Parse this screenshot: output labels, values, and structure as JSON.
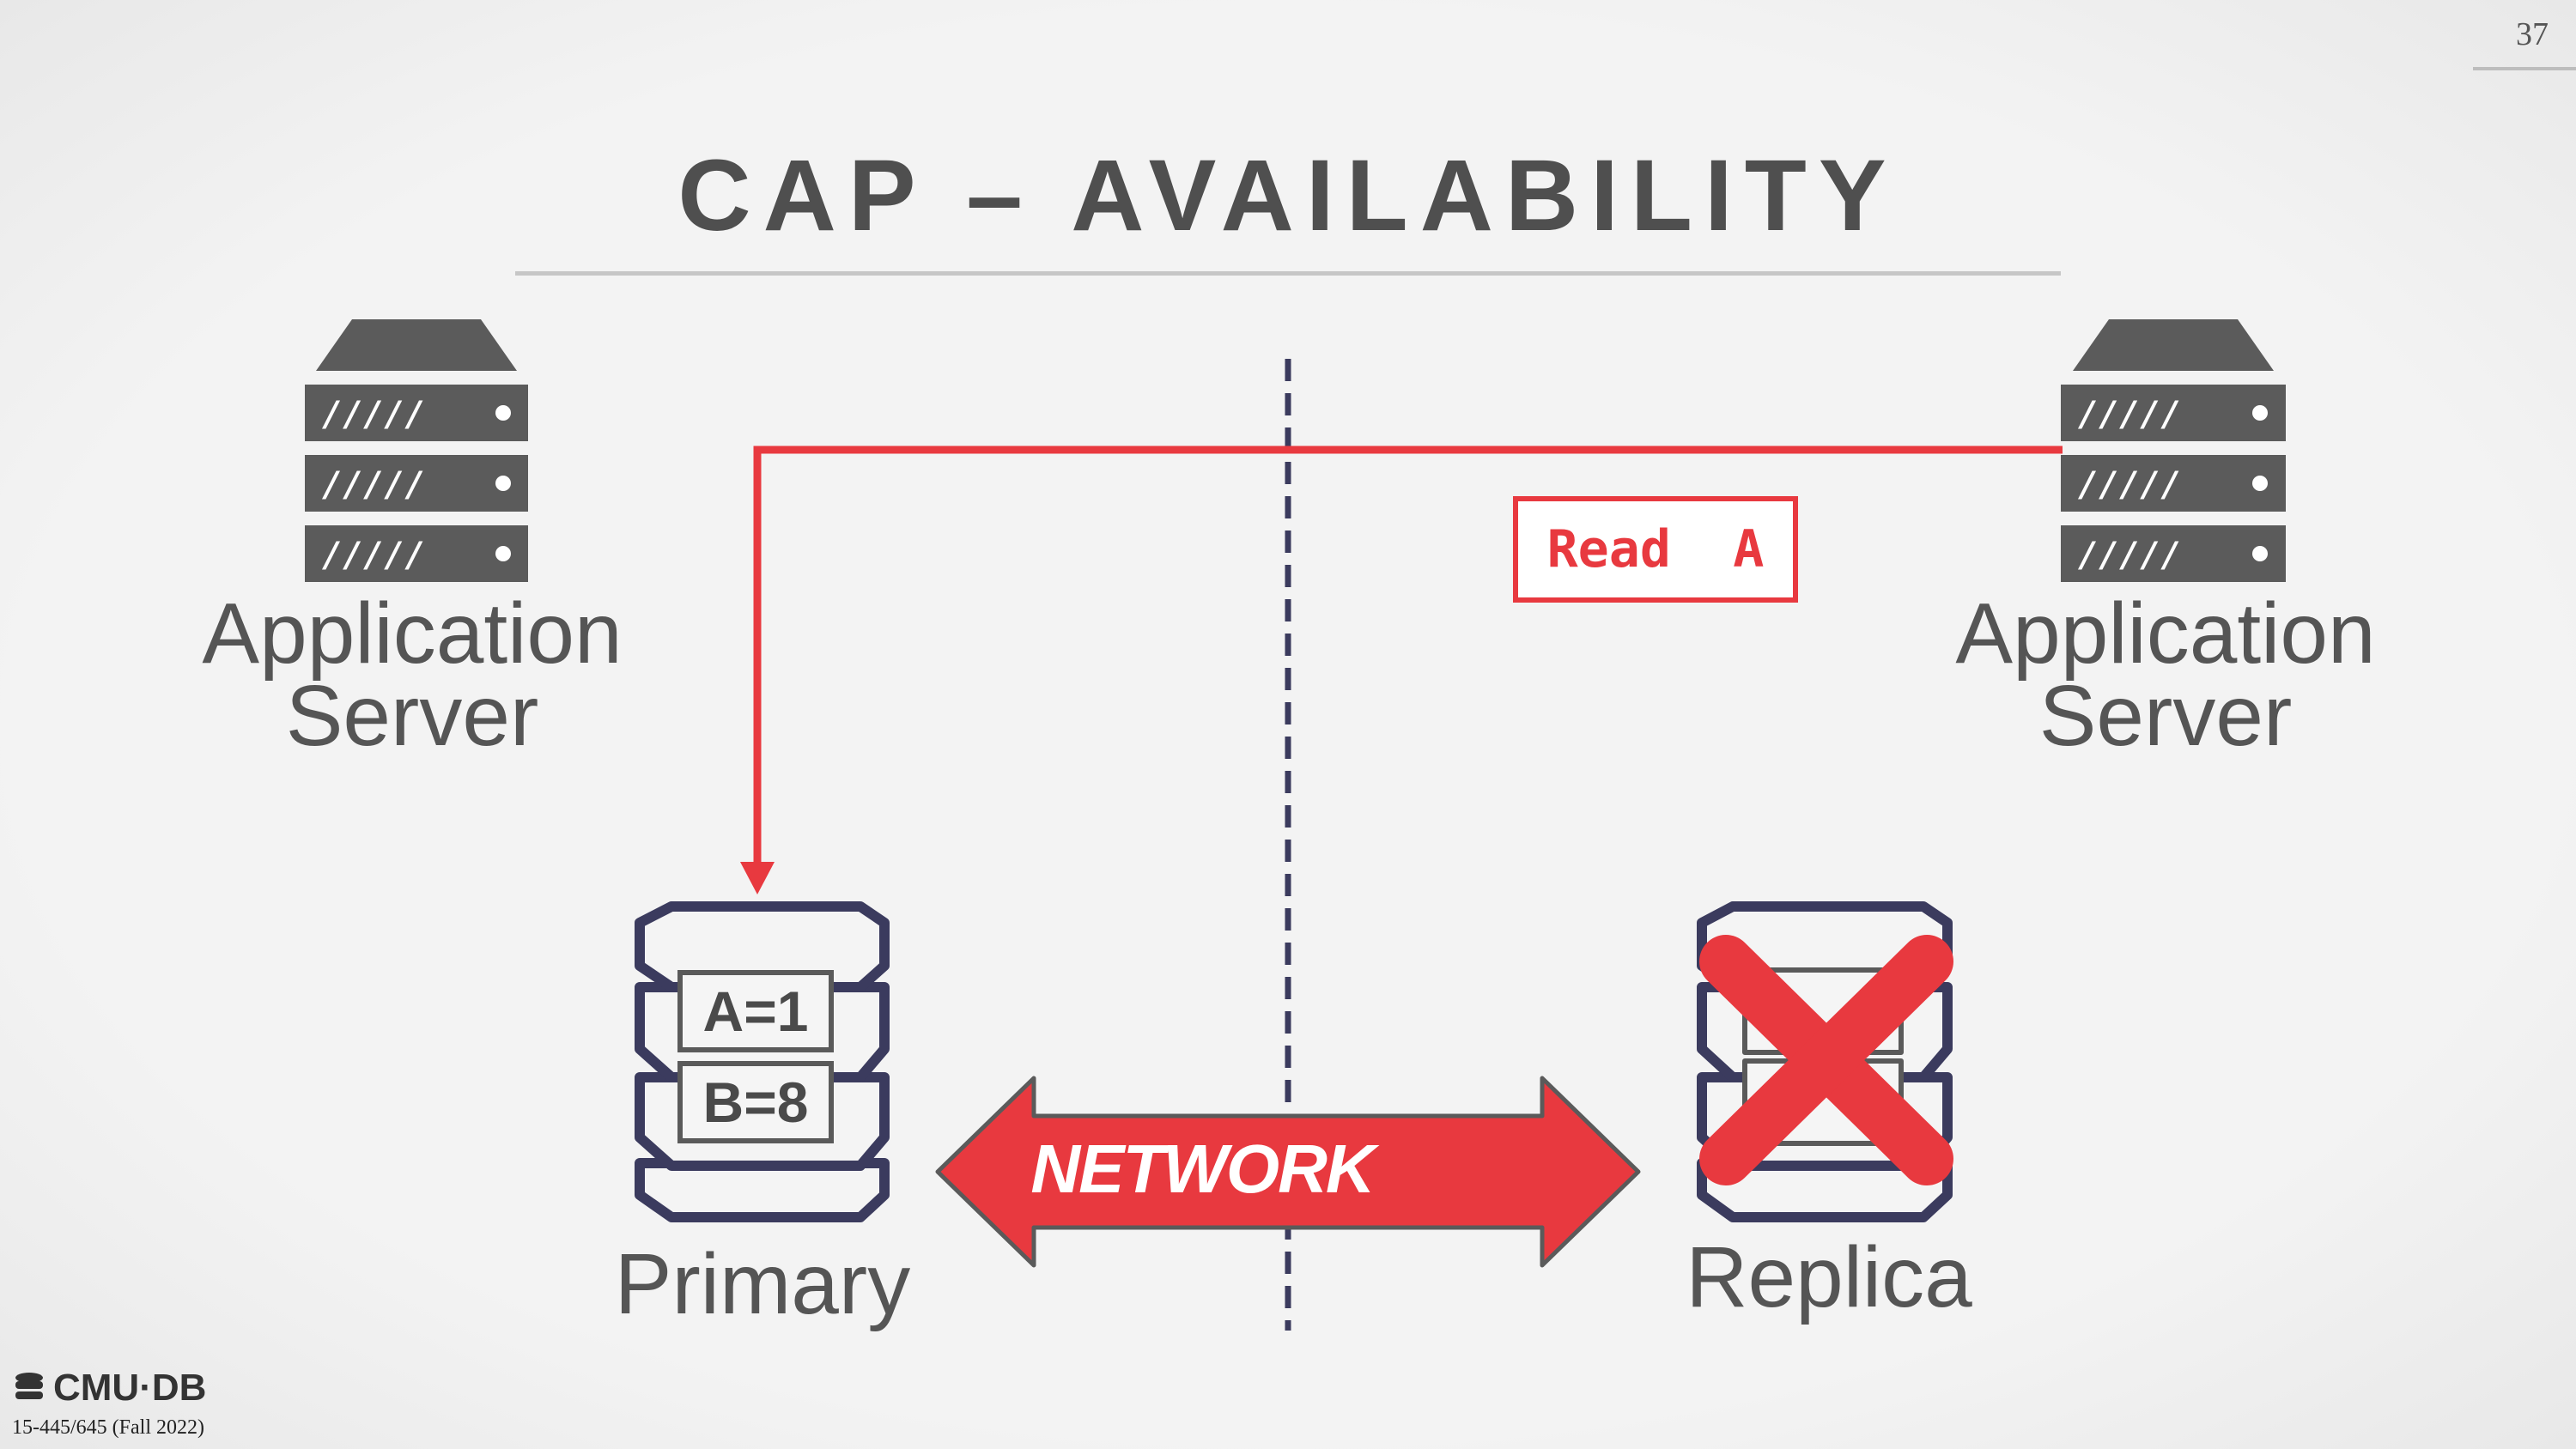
{
  "page_number": "37",
  "title": "CAP – AVAILABILITY",
  "left_server": {
    "label_line1": "Application",
    "label_line2": "Server",
    "slot_text": "/////"
  },
  "right_server": {
    "label_line1": "Application",
    "label_line2": "Server",
    "slot_text": "/////"
  },
  "request_label": "Read  A",
  "network_label": "NETWORK",
  "primary": {
    "label": "Primary",
    "records": [
      "A=1",
      "B=8"
    ]
  },
  "replica": {
    "label": "Replica",
    "status": "failed"
  },
  "footer": {
    "logo_text": "CMU·DB",
    "course": "15-445/645 (Fall 2022)"
  },
  "colors": {
    "accent_red": "#e8393f",
    "db_navy": "#3b3b5e",
    "server_gray": "#5b5b5b",
    "text_gray": "#555555"
  },
  "icons": [
    "server-icon",
    "database-icon",
    "x-mark-icon",
    "double-arrow-icon"
  ]
}
